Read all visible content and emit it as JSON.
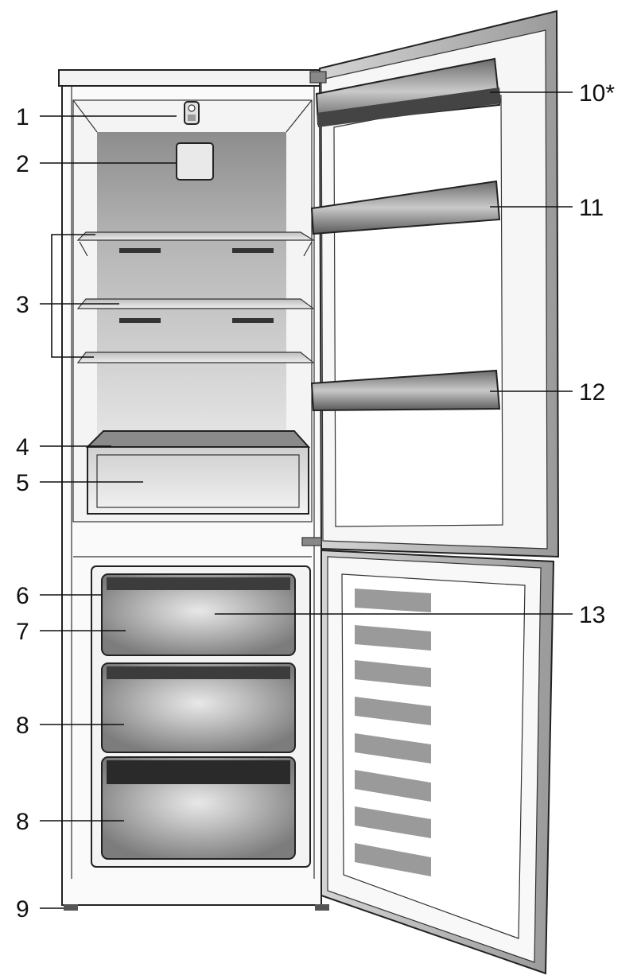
{
  "callouts": {
    "c1": "1",
    "c2": "2",
    "c3": "3",
    "c4": "4",
    "c5": "5",
    "c6": "6",
    "c7": "7",
    "c8a": "8",
    "c8b": "8",
    "c9": "9",
    "c10": "10*",
    "c11": "11",
    "c12": "12",
    "c13": "13"
  }
}
